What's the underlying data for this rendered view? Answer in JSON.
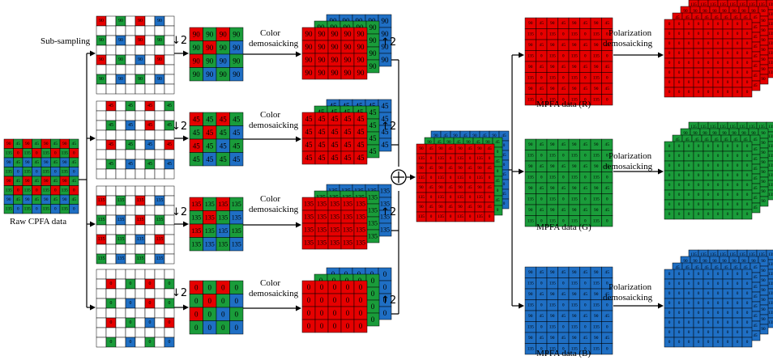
{
  "colors": {
    "R": "#e60000",
    "G": "#1a9c3a",
    "B": "#1f6fc4",
    "W": "#ffffff"
  },
  "labels": {
    "raw": "Raw CPFA data",
    "subsampling": "Sub-sampling",
    "color_demosaicking_l1": "Color",
    "color_demosaicking_l2": "demosaicking",
    "polarization_l1": "Polarization",
    "polarization_l2": "demosaicking",
    "down": "↓2",
    "up": "↑2",
    "mpfa_r": "MPFA data (R)",
    "mpfa_g": "MPFA data (G)",
    "mpfa_b": "MPFA data (B)"
  },
  "raw_angle_rows": [
    [
      "90",
      "45",
      "90",
      "45",
      "90",
      "45",
      "90",
      "45"
    ],
    [
      "135",
      "0",
      "135",
      "0",
      "135",
      "0",
      "135",
      "0"
    ],
    [
      "90",
      "45",
      "90",
      "45",
      "90",
      "45",
      "90",
      "45"
    ],
    [
      "135",
      "0",
      "135",
      "0",
      "135",
      "0",
      "135",
      "0"
    ],
    [
      "90",
      "45",
      "90",
      "45",
      "90",
      "45",
      "90",
      "45"
    ],
    [
      "135",
      "0",
      "135",
      "0",
      "135",
      "0",
      "135",
      "0"
    ],
    [
      "90",
      "45",
      "90",
      "45",
      "90",
      "45",
      "90",
      "45"
    ],
    [
      "135",
      "0",
      "135",
      "0",
      "135",
      "0",
      "135",
      "0"
    ]
  ],
  "rows": [
    {
      "angle": "90",
      "sub_grid": [
        "RWGWRWBW",
        "WWWWWWWW",
        "GWBWRWGW",
        "WWWWWWWW",
        "RWGWBWRW",
        "WWWWWWWW",
        "GWBWGWBW",
        "WWWWWWWW"
      ],
      "small_grid": [
        "RGRG",
        "GRGB",
        "RGBG",
        "GBGB"
      ]
    },
    {
      "angle": "45",
      "sub_grid": [
        "WRWGWRWG",
        "WWWWWWWW",
        "WGWBWRWG",
        "WWWWWWWW",
        "WRWGWBWR",
        "WWWWWWWW",
        "WGWBWGWB",
        "WWWWWWWW"
      ],
      "small_grid": [
        "RGRG",
        "GRGB",
        "RGBG",
        "GBGB"
      ]
    },
    {
      "angle": "135",
      "sub_grid": [
        "WWWWWWWW",
        "RWGWRWBW",
        "WWWWWWWW",
        "GWBWRWGW",
        "WWWWWWWW",
        "RWGWBWRW",
        "WWWWWWWW",
        "GWBWGWBW"
      ],
      "small_grid": [
        "RGRG",
        "GRGB",
        "RGBG",
        "GBGB"
      ]
    },
    {
      "angle": "0",
      "sub_grid": [
        "WWWWWWWW",
        "WRWGWRWG",
        "WWWWWWWW",
        "WGWBWRWG",
        "WWWWWWWW",
        "WRWGWBWR",
        "WWWWWWWW",
        "WGWBWGWB"
      ],
      "small_grid": [
        "RGRG",
        "GRGB",
        "RGBG",
        "GBGB"
      ]
    }
  ]
}
